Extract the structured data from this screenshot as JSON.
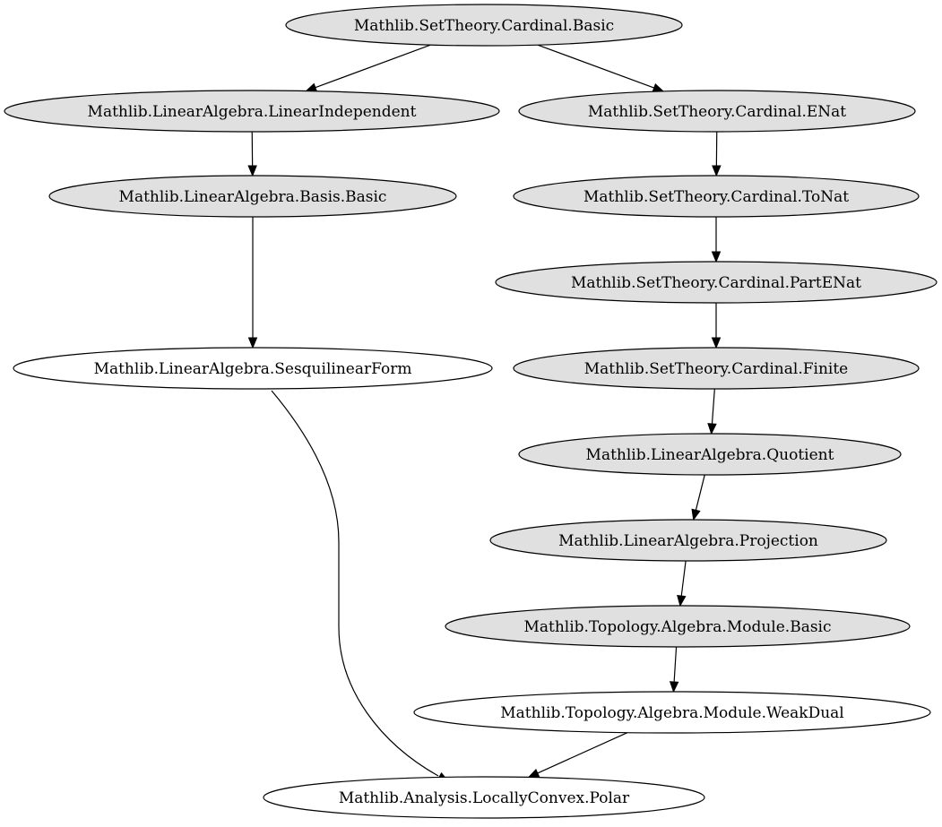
{
  "colors": {
    "gray_node": "#e0e0e0",
    "white_node": "#ffffff",
    "stroke": "#000000"
  },
  "nodes": [
    {
      "id": "cardinal_basic",
      "label": "Mathlib.SetTheory.Cardinal.Basic",
      "style": "gray"
    },
    {
      "id": "linear_independent",
      "label": "Mathlib.LinearAlgebra.LinearIndependent",
      "style": "gray"
    },
    {
      "id": "cardinal_enat",
      "label": "Mathlib.SetTheory.Cardinal.ENat",
      "style": "gray"
    },
    {
      "id": "basis_basic",
      "label": "Mathlib.LinearAlgebra.Basis.Basic",
      "style": "gray"
    },
    {
      "id": "cardinal_tonat",
      "label": "Mathlib.SetTheory.Cardinal.ToNat",
      "style": "gray"
    },
    {
      "id": "cardinal_partenat",
      "label": "Mathlib.SetTheory.Cardinal.PartENat",
      "style": "gray"
    },
    {
      "id": "sesquilinear_form",
      "label": "Mathlib.LinearAlgebra.SesquilinearForm",
      "style": "white"
    },
    {
      "id": "cardinal_finite",
      "label": "Mathlib.SetTheory.Cardinal.Finite",
      "style": "gray"
    },
    {
      "id": "quotient",
      "label": "Mathlib.LinearAlgebra.Quotient",
      "style": "gray"
    },
    {
      "id": "projection",
      "label": "Mathlib.LinearAlgebra.Projection",
      "style": "gray"
    },
    {
      "id": "module_basic",
      "label": "Mathlib.Topology.Algebra.Module.Basic",
      "style": "gray"
    },
    {
      "id": "weak_dual",
      "label": "Mathlib.Topology.Algebra.Module.WeakDual",
      "style": "white"
    },
    {
      "id": "locally_convex_polar",
      "label": "Mathlib.Analysis.LocallyConvex.Polar",
      "style": "white"
    }
  ],
  "edges": [
    {
      "from": "cardinal_basic",
      "to": "linear_independent"
    },
    {
      "from": "cardinal_basic",
      "to": "cardinal_enat"
    },
    {
      "from": "linear_independent",
      "to": "basis_basic"
    },
    {
      "from": "basis_basic",
      "to": "sesquilinear_form"
    },
    {
      "from": "sesquilinear_form",
      "to": "locally_convex_polar"
    },
    {
      "from": "cardinal_enat",
      "to": "cardinal_tonat"
    },
    {
      "from": "cardinal_tonat",
      "to": "cardinal_partenat"
    },
    {
      "from": "cardinal_partenat",
      "to": "cardinal_finite"
    },
    {
      "from": "cardinal_finite",
      "to": "quotient"
    },
    {
      "from": "quotient",
      "to": "projection"
    },
    {
      "from": "projection",
      "to": "module_basic"
    },
    {
      "from": "module_basic",
      "to": "weak_dual"
    },
    {
      "from": "weak_dual",
      "to": "locally_convex_polar"
    }
  ]
}
